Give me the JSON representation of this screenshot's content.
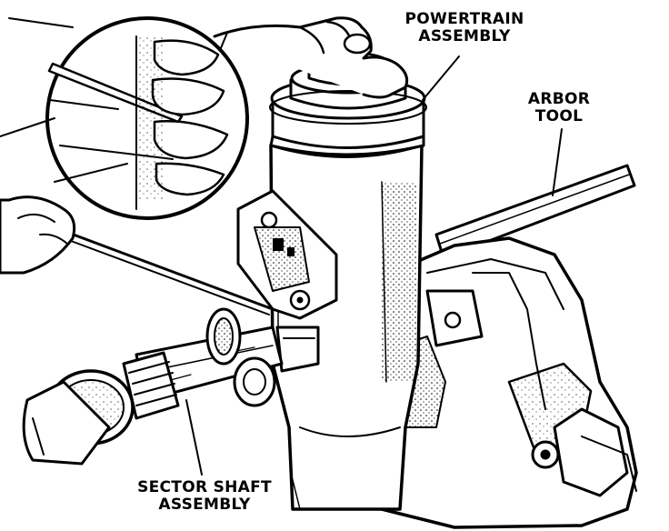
{
  "labels": {
    "powertrain": {
      "line1": "POWERTRAIN",
      "line2": "ASSEMBLY"
    },
    "arbor": {
      "line1": "ARBOR",
      "line2": "TOOL"
    },
    "sector_shaft": {
      "line1": "SECTOR SHAFT",
      "line2": "ASSEMBLY"
    }
  },
  "colors": {
    "ink": "#000000",
    "paper": "#ffffff",
    "shade": "#8a8a8a"
  }
}
